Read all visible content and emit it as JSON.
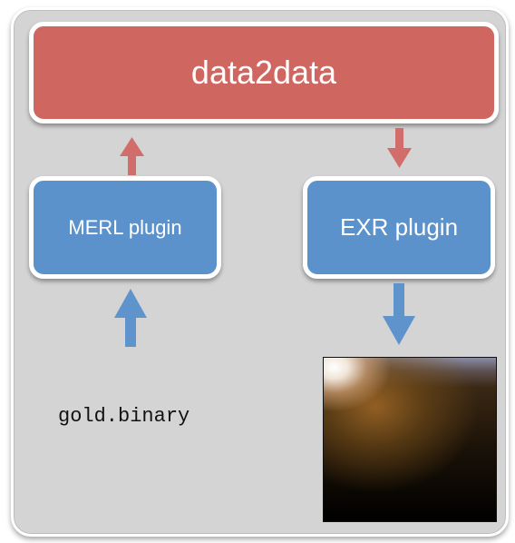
{
  "diagram": {
    "title": "data2data",
    "left_plugin": "MERL plugin",
    "right_plugin": "EXR plugin",
    "input_file": "gold.binary"
  },
  "colors": {
    "title_box": "#cf6660",
    "plugin_box": "#5b92cc",
    "red_arrow": "#d16e6b",
    "blue_arrow": "#5e93cc",
    "panel": "#d4d4d4"
  }
}
